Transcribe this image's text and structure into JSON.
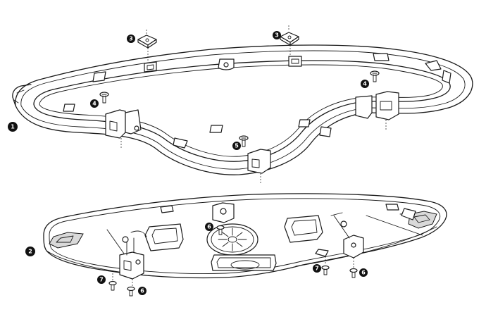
{
  "diagram": {
    "callouts": {
      "bezel_frame": "1",
      "lamp_assembly": "2",
      "clip_left": "3",
      "clip_right": "3",
      "screw_left": "4",
      "screw_right": "4",
      "screw_center": "5",
      "screw_lens": "6",
      "screw_bottom_left": "6",
      "screw_bottom_right": "6",
      "screw_bottom_left_small": "7",
      "screw_bottom_right_small": "7"
    },
    "colors": {
      "line": "#1a1a1a",
      "callout_fill": "#111111",
      "callout_text": "#ffffff",
      "background": "#ffffff"
    }
  }
}
